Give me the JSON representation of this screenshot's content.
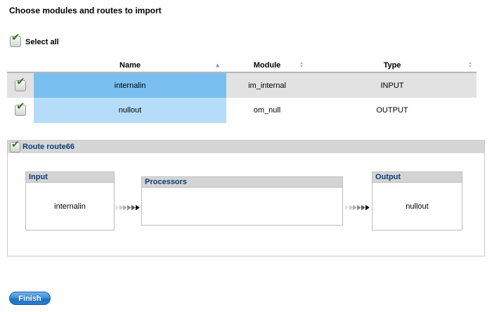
{
  "page": {
    "title": "Choose modules and routes to import"
  },
  "select_all": {
    "label": "Select all",
    "checked": true
  },
  "table": {
    "columns": [
      {
        "label": "Name",
        "sort": "asc"
      },
      {
        "label": "Module",
        "sort": "none"
      },
      {
        "label": "Type",
        "sort": "none"
      }
    ],
    "rows": [
      {
        "checked": true,
        "name": "internalin",
        "module": "im_internal",
        "type": "INPUT"
      },
      {
        "checked": true,
        "name": "nullout",
        "module": "om_null",
        "type": "OUTPUT"
      }
    ]
  },
  "route": {
    "label": "Route route66",
    "checked": true,
    "input": {
      "title": "Input",
      "items": {
        "0": "internalin"
      }
    },
    "processors": {
      "title": "Processors",
      "items": {}
    },
    "output": {
      "title": "Output",
      "items": {
        "0": "nullout"
      }
    }
  },
  "finish_button": {
    "label": "Finish"
  },
  "icons": {
    "checkmark": "✔",
    "sort_asc": "▲",
    "sort_up": "▲",
    "sort_down": "▼",
    "flow_arrow": "▶"
  },
  "colors": {
    "selected_row_strong": "#79c0f0",
    "selected_row_light": "#b5ddf9",
    "row_alt_gray": "#e2e2e2",
    "panel_header_gray": "#d6d6d6",
    "navy_label": "#0a3d78",
    "sort_active_arrow": "#8590e8",
    "finish_button_blue": "#2a7ccb",
    "check_green": "#2f7d1f"
  }
}
